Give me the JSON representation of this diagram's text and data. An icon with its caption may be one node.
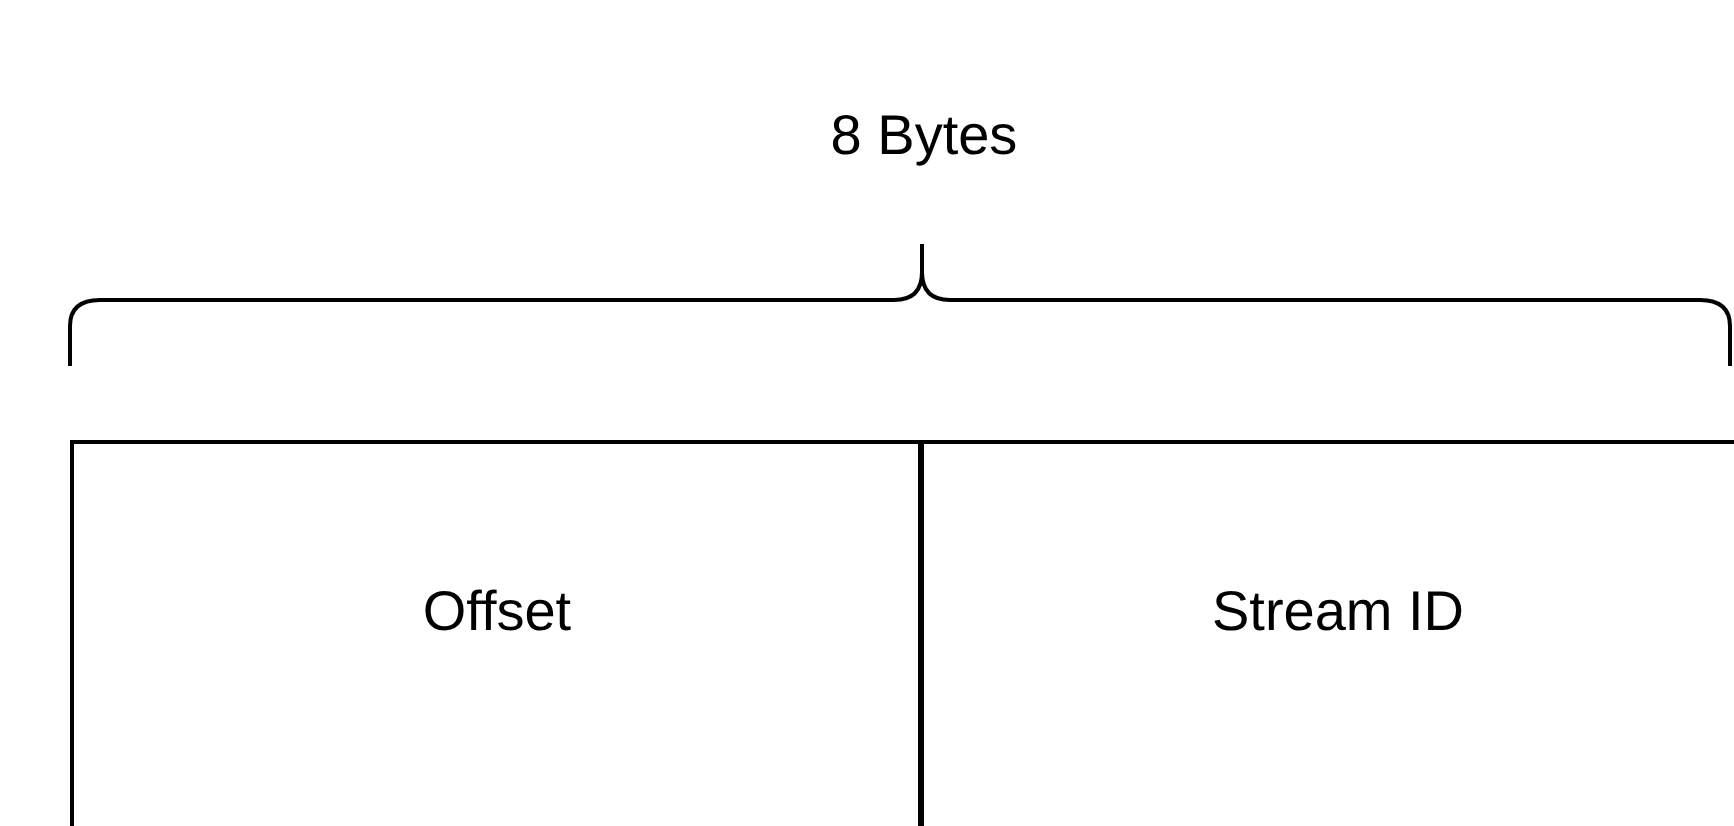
{
  "diagram": {
    "nodes": [
      {
        "text": [
          "Offset"
        ]
      },
      {
        "text": [
          "Stream ID"
        ]
      }
    ],
    "labels": [
      "8 Bytes"
    ]
  }
}
